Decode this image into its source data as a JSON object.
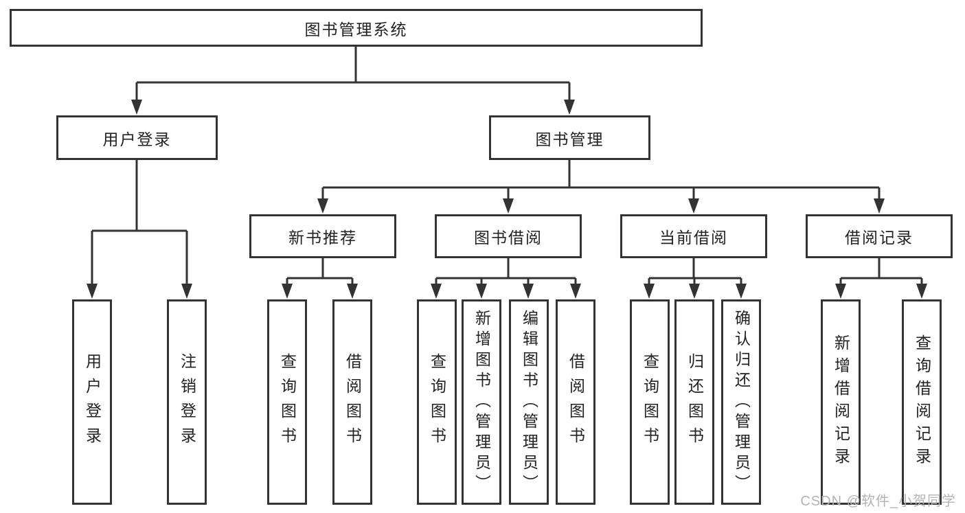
{
  "title": "图书管理系统",
  "colors": {
    "line": "#333333",
    "box_border": "#333333",
    "box_fill": "#ffffff",
    "text": "#222222",
    "background": "#ffffff",
    "watermark": "#b3b3b3"
  },
  "tree": {
    "root": {
      "label": "图书管理系统",
      "children": [
        {
          "label": "用户登录",
          "children": [
            {
              "label": "用户登录"
            },
            {
              "label": "注销登录"
            }
          ]
        },
        {
          "label": "图书管理",
          "children": [
            {
              "label": "新书推荐",
              "children": [
                {
                  "label": "查询图书"
                },
                {
                  "label": "借阅图书"
                }
              ]
            },
            {
              "label": "图书借阅",
              "children": [
                {
                  "label": "查询图书"
                },
                {
                  "label": "新增图书（管理员）"
                },
                {
                  "label": "编辑图书（管理员）"
                },
                {
                  "label": "借阅图书"
                }
              ]
            },
            {
              "label": "当前借阅",
              "children": [
                {
                  "label": "查询图书"
                },
                {
                  "label": "归还图书"
                },
                {
                  "label": "确认归还（管理员）"
                }
              ]
            },
            {
              "label": "借阅记录",
              "children": [
                {
                  "label": "新增借阅记录"
                },
                {
                  "label": "查询借阅记录"
                }
              ]
            }
          ]
        }
      ]
    }
  },
  "watermark": "CSDN @软件_小贺同学"
}
